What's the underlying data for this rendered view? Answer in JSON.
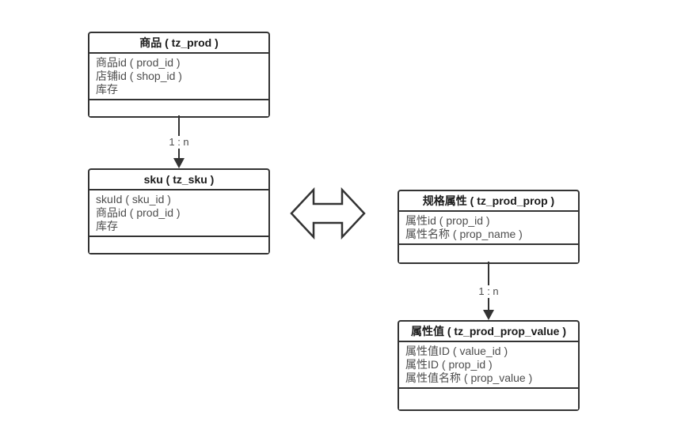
{
  "colors": {
    "background": "#ffffff",
    "border": "#333333",
    "title_text": "#1a1a1a",
    "row_text": "#4d4d4d"
  },
  "tables": [
    {
      "id": "prod",
      "title": "商品 ( tz_prod )",
      "rows": [
        "商品id ( prod_id )",
        "店铺id ( shop_id )",
        "库存"
      ]
    },
    {
      "id": "sku",
      "title": "sku ( tz_sku )",
      "rows": [
        "skuId ( sku_id )",
        "商品id ( prod_id )",
        "库存"
      ]
    },
    {
      "id": "prod_prop",
      "title": "规格属性 ( tz_prod_prop )",
      "rows": [
        "属性id ( prop_id )",
        "属性名称 ( prop_name )"
      ]
    },
    {
      "id": "prod_prop_value",
      "title": "属性值 ( tz_prod_prop_value )",
      "rows": [
        "属性值ID ( value_id )",
        "属性ID ( prop_id )",
        "属性值名称 ( prop_value )"
      ]
    }
  ],
  "connectors": [
    {
      "from": "prod",
      "to": "sku",
      "label": "1 : n",
      "arrow": "down-arrowhead-icon"
    },
    {
      "from": "prod_prop",
      "to": "prod_prop_value",
      "label": "1 : n",
      "arrow": "down-arrowhead-icon"
    }
  ],
  "relation_icon": "double-horizontal-arrow-icon"
}
